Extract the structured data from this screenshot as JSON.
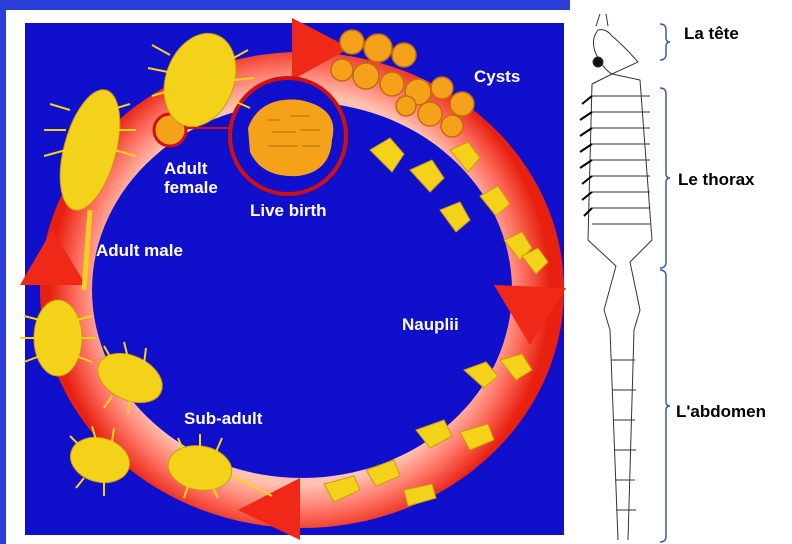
{
  "cycle": {
    "labels": {
      "cysts": "Cysts",
      "adult_female_line1": "Adult",
      "adult_female_line2": "female",
      "live_birth": "Live birth",
      "adult_male": "Adult male",
      "nauplii": "Nauplii",
      "sub_adult": "Sub-adult"
    }
  },
  "anatomy": {
    "head": "La tête",
    "thorax": "Le thorax",
    "abdomen": "L'abdomen"
  },
  "colors": {
    "panel_background": "#1010cc",
    "ring_inner": "#ffb0a0",
    "ring_outer": "#ee2a1a",
    "arrow": "#f02818",
    "animal": "#f5d21a",
    "cyst": "#f5a21a"
  }
}
